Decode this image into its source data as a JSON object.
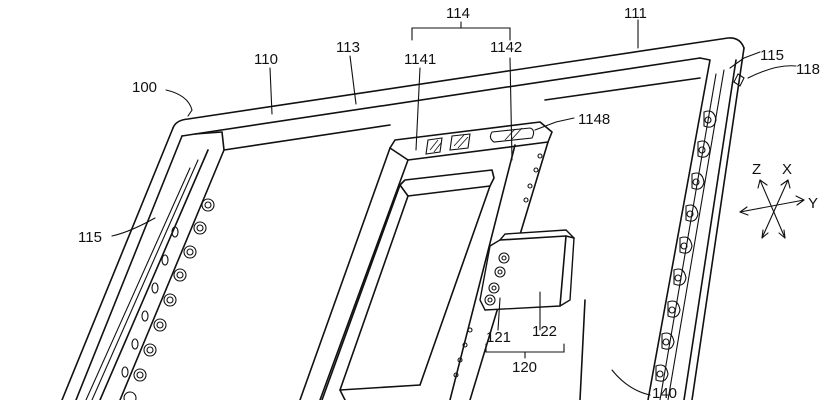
{
  "drawing": {
    "refs": {
      "r100": "100",
      "r110": "110",
      "r111": "111",
      "r113": "113",
      "r114": "114",
      "r1141": "1141",
      "r1142": "1142",
      "r1148": "1148",
      "r115_left": "115",
      "r115_right": "115",
      "r118": "118",
      "r120": "120",
      "r121": "121",
      "r122": "122",
      "r140": "140"
    },
    "axes": {
      "z": "Z",
      "x": "X",
      "y": "Y"
    }
  }
}
